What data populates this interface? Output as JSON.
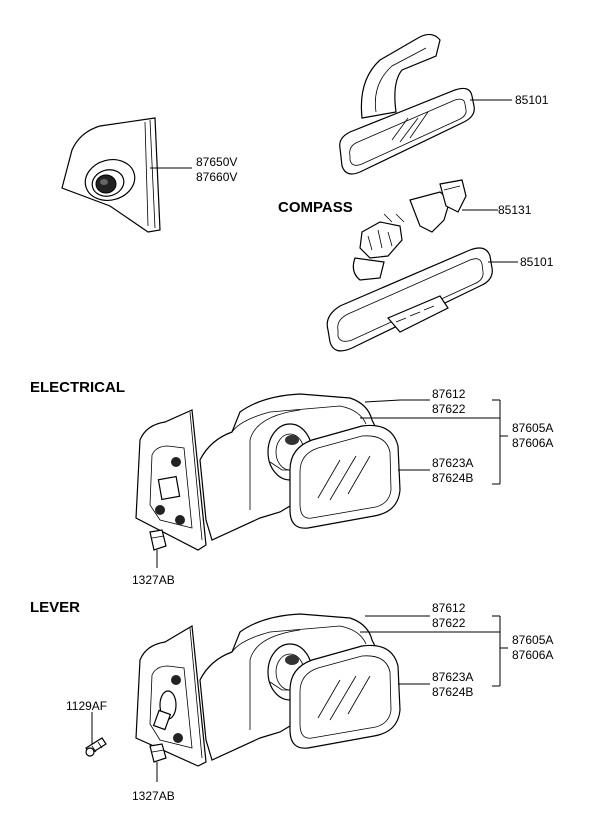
{
  "sections": {
    "compass": "COMPASS",
    "electrical": "ELECTRICAL",
    "lever": "LEVER"
  },
  "parts": {
    "cover_a": "87650V",
    "cover_b": "87660V",
    "rearview_top": "85101",
    "compass_bracket": "85131",
    "rearview_compass": "85101",
    "elec_housing_a": "87612",
    "elec_housing_b": "87622",
    "elec_assy_a": "87605A",
    "elec_assy_b": "87606A",
    "elec_glass_a": "87623A",
    "elec_glass_b": "87624B",
    "elec_nut": "1327AB",
    "lev_housing_a": "87612",
    "lev_housing_b": "87622",
    "lev_assy_a": "87605A",
    "lev_assy_b": "87606A",
    "lev_glass_a": "87623A",
    "lev_glass_b": "87624B",
    "lev_screw": "1129AF",
    "lev_nut": "1327AB"
  }
}
